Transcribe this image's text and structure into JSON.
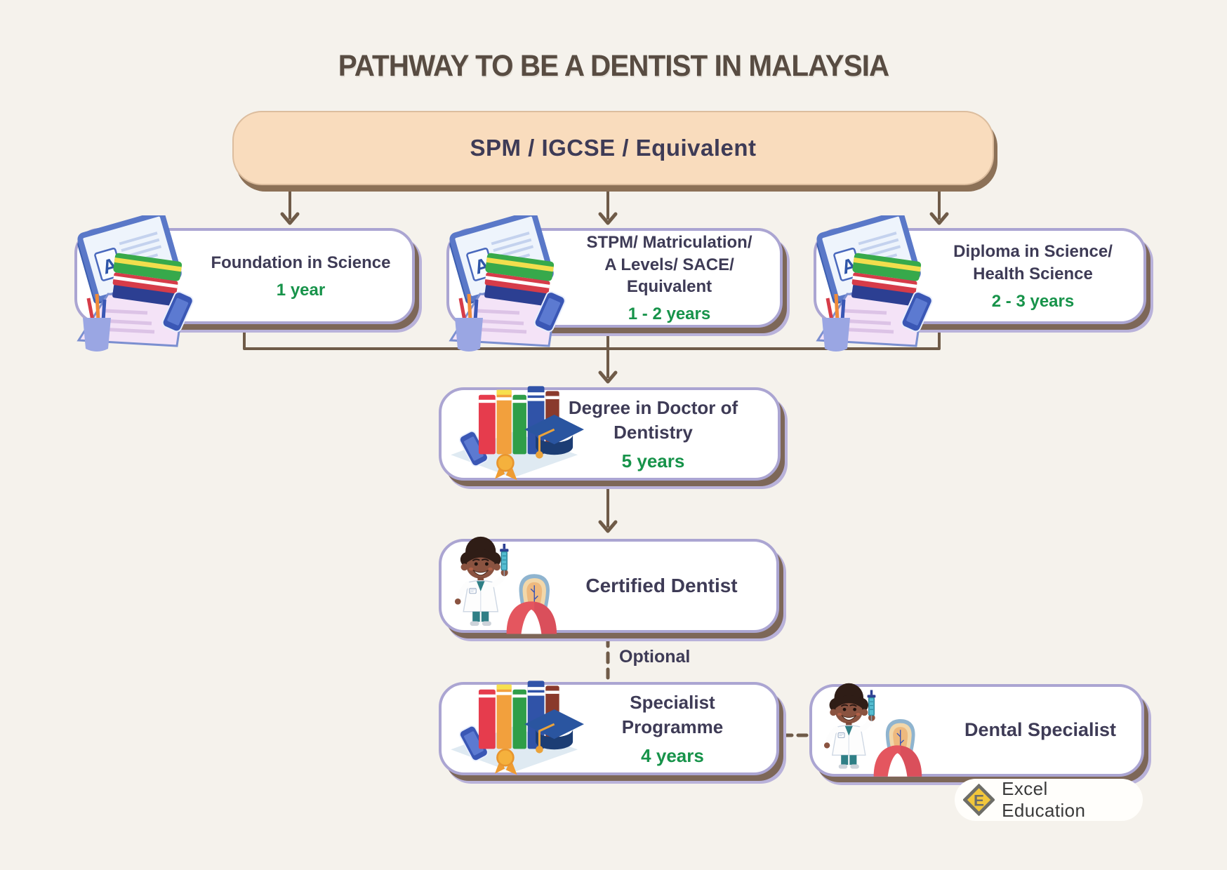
{
  "title": "PATHWAY TO BE A DENTIST IN MALAYSIA",
  "nodes": {
    "spm": {
      "label": "SPM / IGCSE / Equivalent"
    },
    "foundation": {
      "lines": [
        "Foundation in Science"
      ],
      "duration": "1 year"
    },
    "stpm": {
      "lines": [
        "STPM/ Matriculation/",
        "A Levels/ SACE/ Equivalent"
      ],
      "duration": "1 - 2 years"
    },
    "diploma": {
      "lines": [
        "Diploma in Science/",
        "Health Science"
      ],
      "duration": "2 - 3 years"
    },
    "degree": {
      "lines": [
        "Degree in Doctor of",
        "Dentistry"
      ],
      "duration": "5 years"
    },
    "certified": {
      "lines": [
        "Certified Dentist"
      ]
    },
    "specialist_programme": {
      "lines": [
        "Specialist Programme"
      ],
      "duration": "4 years"
    },
    "dental_specialist": {
      "lines": [
        "Dental Specialist"
      ]
    }
  },
  "connector_labels": {
    "optional": "Optional"
  },
  "logo": {
    "text": "Excel Education",
    "monogram": "E"
  },
  "icons": {
    "study_boxes": "laptop-books-icon",
    "graduation_boxes": "books-gradcap-icon",
    "dentist_boxes": "dentist-tooth-icon"
  },
  "colors": {
    "background": "#f5f2ec",
    "title_text": "#584c42",
    "spm_fill": "#f9dcbd",
    "spm_border": "#dcbd9e",
    "card_border": "#aba5d2",
    "card_shadow_brown": "#7d6758",
    "label_text": "#3e3b56",
    "duration_text": "#17934a",
    "connector_line": "#6f5b48",
    "logo_gold": "#f2c73b"
  }
}
